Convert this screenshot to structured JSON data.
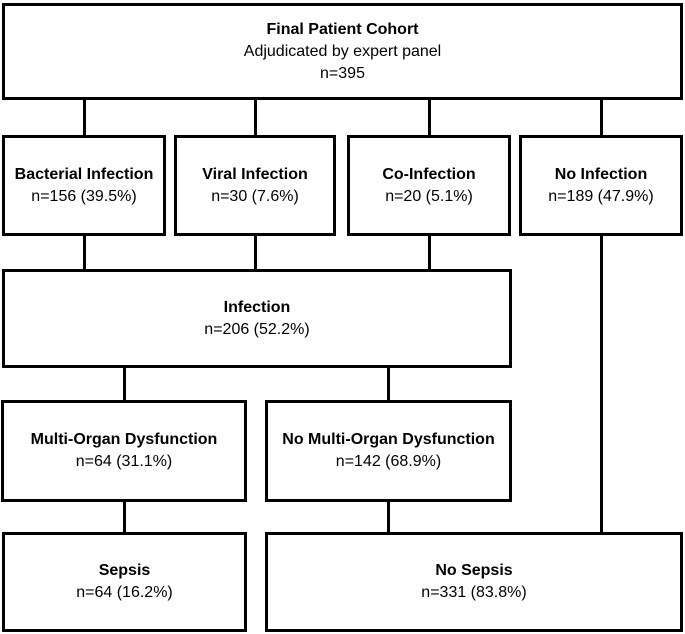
{
  "colors": {
    "background": "#ffffff",
    "box_border": "#000000",
    "box_fill": "#ffffff",
    "text": "#000000",
    "connector": "#000000"
  },
  "nodes": {
    "cohort": {
      "title": "Final Patient Cohort",
      "subtitle": "Adjudicated by expert panel",
      "count": "n=395"
    },
    "bacterial": {
      "title": "Bacterial Infection",
      "count": "n=156 (39.5%)"
    },
    "viral": {
      "title": "Viral Infection",
      "count": "n=30 (7.6%)"
    },
    "co_infection": {
      "title": "Co-Infection",
      "count": "n=20 (5.1%)"
    },
    "no_infection": {
      "title": "No Infection",
      "count": "n=189 (47.9%)"
    },
    "infection": {
      "title": "Infection",
      "count": "n=206 (52.2%)"
    },
    "multi_organ_dysfunction": {
      "title": "Multi-Organ Dysfunction",
      "count": "n=64 (31.1%)"
    },
    "no_multi_organ_dysfunction": {
      "title": "No Multi-Organ Dysfunction",
      "count": "n=142 (68.9%)"
    },
    "sepsis": {
      "title": "Sepsis",
      "count": "n=64 (16.2%)"
    },
    "no_sepsis": {
      "title": "No Sepsis",
      "count": "n=331 (83.8%)"
    }
  }
}
